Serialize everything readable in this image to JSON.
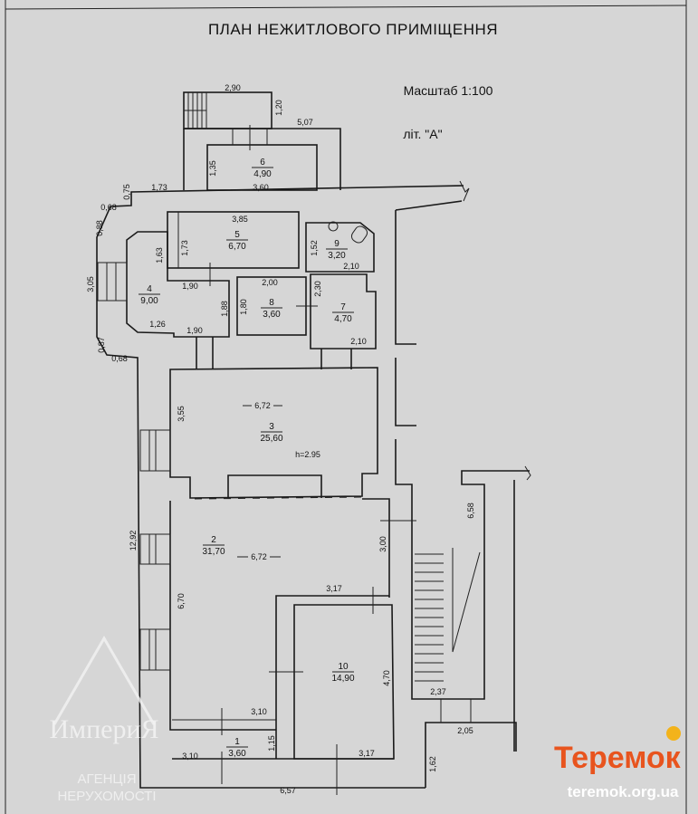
{
  "title": "ПЛАН НЕЖИТЛОВОГО ПРИМІЩЕННЯ",
  "scale": "Масштаб 1:100",
  "liter": "літ. \"А\"",
  "ceiling_height": "h=2.95",
  "span_dims": [
    "6,72",
    "6,72"
  ],
  "rooms": [
    {
      "number": "1",
      "area": "3,60"
    },
    {
      "number": "2",
      "area": "31,70"
    },
    {
      "number": "3",
      "area": "25,60"
    },
    {
      "number": "4",
      "area": "9,00"
    },
    {
      "number": "5",
      "area": "6,70"
    },
    {
      "number": "6",
      "area": "4,90"
    },
    {
      "number": "7",
      "area": "4,70"
    },
    {
      "number": "8",
      "area": "3,60"
    },
    {
      "number": "9",
      "area": "3,20"
    },
    {
      "number": "10",
      "area": "14,90"
    }
  ],
  "dims": [
    "2,90",
    "1,20",
    "5,07",
    "1,35",
    "3,60",
    "1,73",
    "0,75",
    "0,68",
    "0,88",
    "3,85",
    "1,63",
    "1,73",
    "1,52",
    "2,10",
    "3,05",
    "1,90",
    "2,00",
    "2,30",
    "1,80",
    "1,88",
    "1,26",
    "1,90",
    "2,10",
    "0,87",
    "0,68",
    "3,55",
    "12,92",
    "3,00",
    "6,58",
    "6,70",
    "3,17",
    "4,70",
    "2,37",
    "3,10",
    "1,15",
    "3,10",
    "3,17",
    "2,05",
    "1,62",
    "6,57"
  ],
  "watermark_left": {
    "brand": "ИмпериЯ",
    "line1": "АГЕНЦІЯ",
    "line2": "НЕРУХОМОСТІ"
  },
  "watermark_right": {
    "brand": "Теремок",
    "url": "teremok.org.ua"
  }
}
